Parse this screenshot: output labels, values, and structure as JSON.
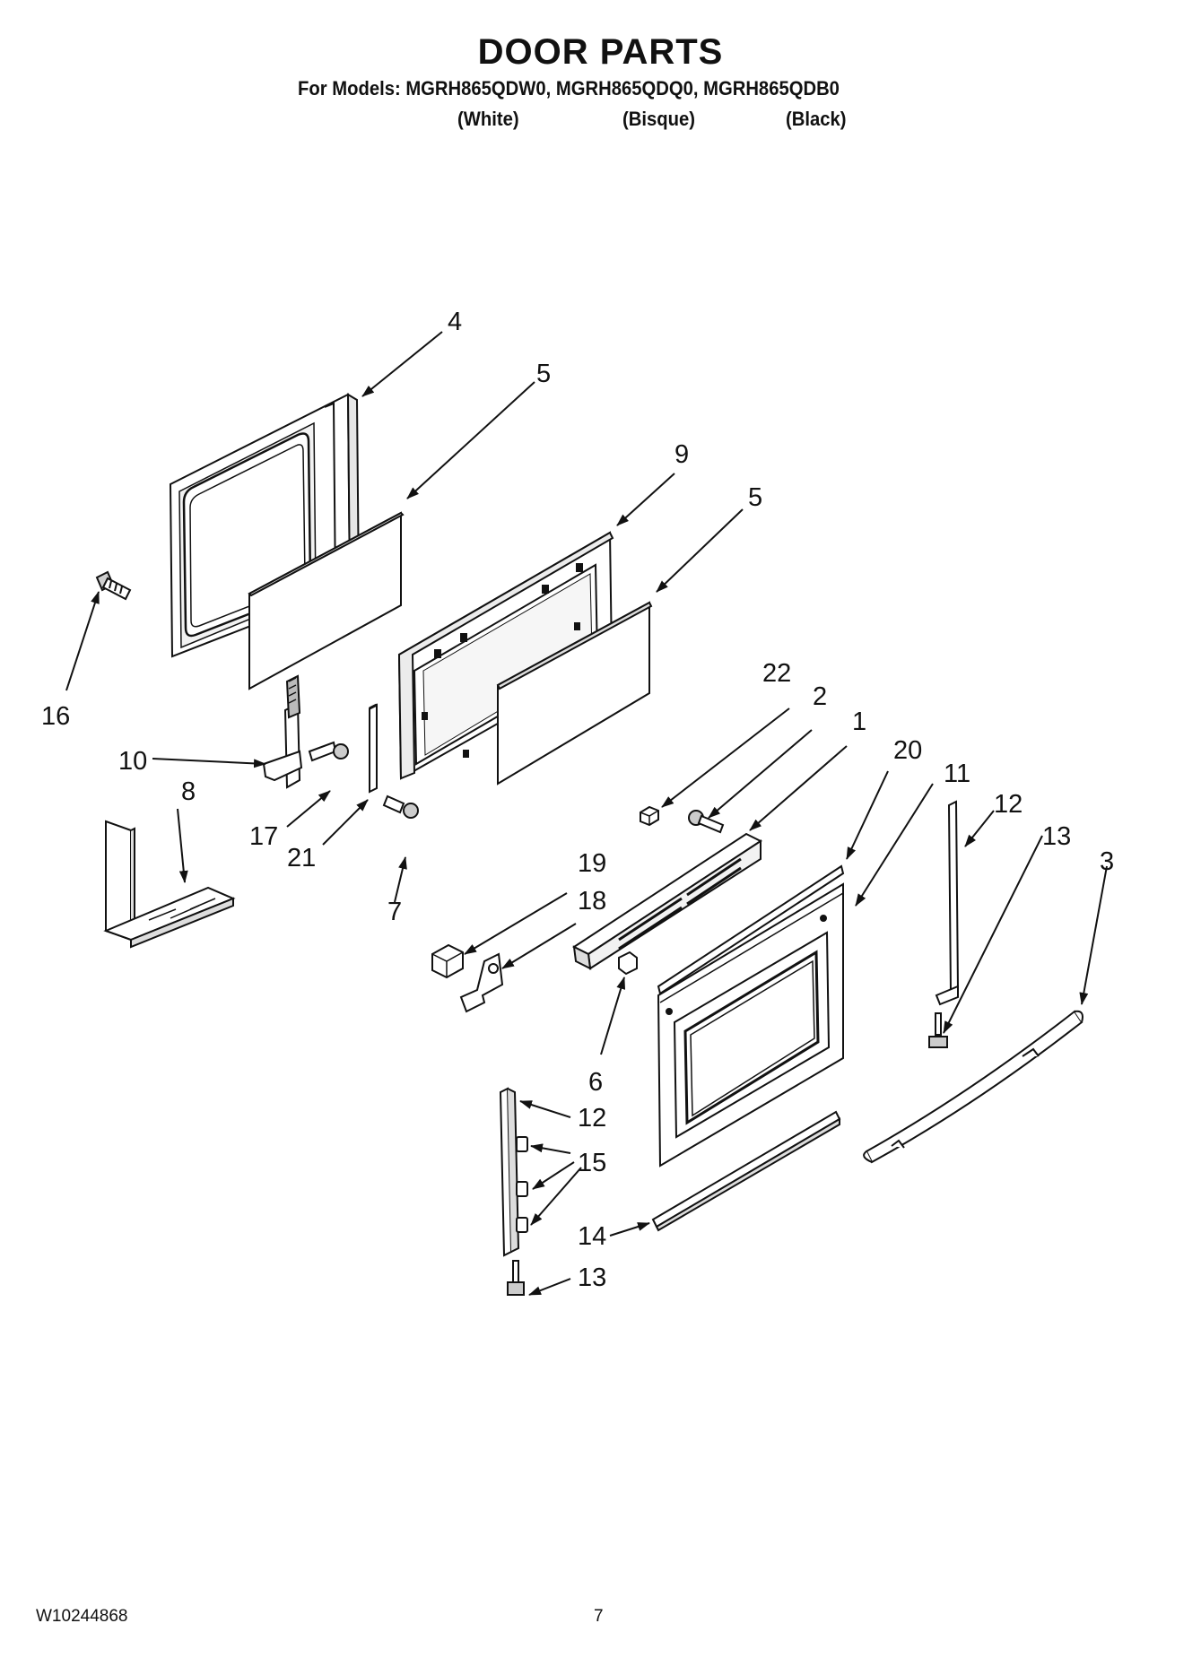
{
  "header": {
    "title": "DOOR PARTS",
    "models": "For Models: MGRH865QDW0, MGRH865QDQ0, MGRH865QDB0",
    "colors": [
      "(White)",
      "(Bisque)",
      "(Black)"
    ]
  },
  "callouts": {
    "c1": "1",
    "c2": "2",
    "c3": "3",
    "c4": "4",
    "c5a": "5",
    "c5b": "5",
    "c6": "6",
    "c7": "7",
    "c8": "8",
    "c9": "9",
    "c10": "10",
    "c11": "11",
    "c12a": "12",
    "c12b": "12",
    "c13a": "13",
    "c13b": "13",
    "c14": "14",
    "c15": "15",
    "c16": "16",
    "c17": "17",
    "c18": "18",
    "c19": "19",
    "c20": "20",
    "c21": "21",
    "c22": "22"
  },
  "footer": {
    "doc_number": "W10244868",
    "page": "7"
  }
}
